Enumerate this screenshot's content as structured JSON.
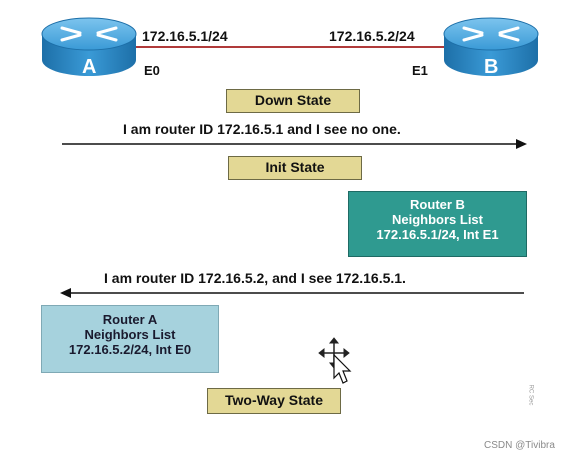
{
  "routers": {
    "a": {
      "label": "A",
      "ip": "172.16.5.1/24",
      "interface": "E0"
    },
    "b": {
      "label": "B",
      "ip": "172.16.5.2/24",
      "interface": "E1"
    }
  },
  "states": {
    "down": "Down State",
    "init": "Init State",
    "two_way": "Two-Way State"
  },
  "messages": {
    "hello_from_a": "I am router ID 172.16.5.1 and I see no one.",
    "hello_from_b": "I am router ID 172.16.5.2, and I see 172.16.5.1."
  },
  "neighbor_lists": {
    "router_b": {
      "title": "Router B",
      "subtitle": "Neighbors List",
      "entry": "172.16.5.1/24, Int E1"
    },
    "router_a": {
      "title": "Router A",
      "subtitle": "Neighbors List",
      "entry": "172.16.5.2/24, Int E0"
    }
  },
  "colors": {
    "link": "#b03a3a",
    "router_body": "#2f8fc9",
    "state_box": "#e3d895",
    "neighbor_b_box": "#2f9a90",
    "neighbor_a_box": "#a6d2dd"
  },
  "watermark": "CSDN @Tivibra",
  "side_note": "RC Sec"
}
